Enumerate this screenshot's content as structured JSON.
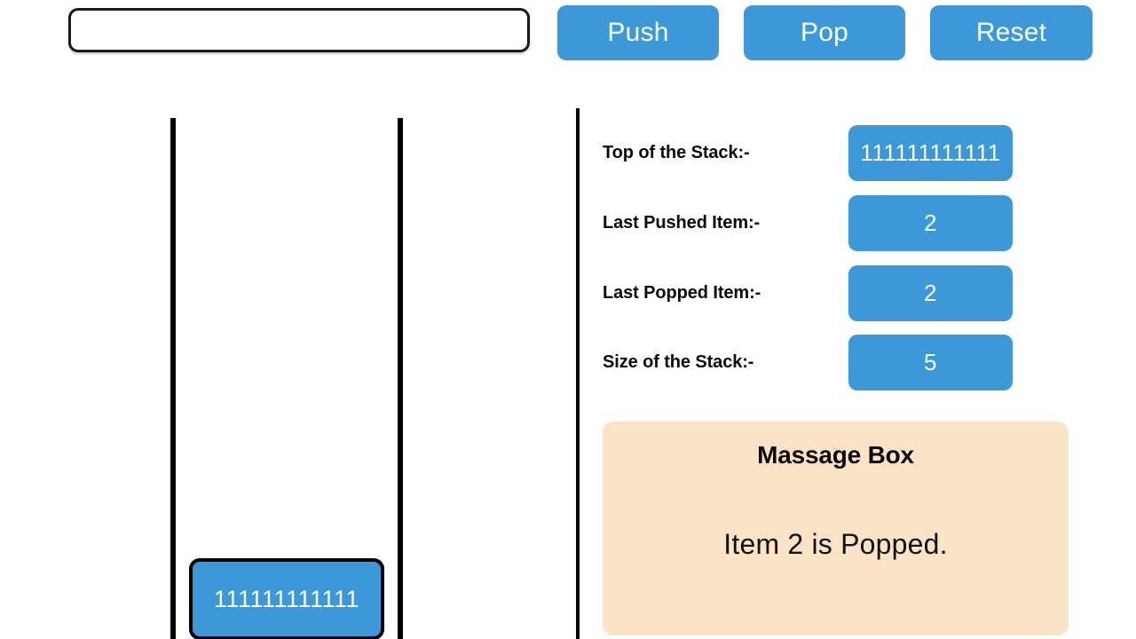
{
  "controls": {
    "input": {
      "value": "",
      "placeholder": ""
    },
    "push_label": "Push",
    "pop_label": "Pop",
    "reset_label": "Reset"
  },
  "stack": {
    "items": [
      "111111111111"
    ]
  },
  "info": {
    "rows": [
      {
        "label": "Top of the Stack:-",
        "value": "111111111111"
      },
      {
        "label": "Last Pushed Item:-",
        "value": "2"
      },
      {
        "label": "Last Popped Item:-",
        "value": "2"
      },
      {
        "label": "Size of the Stack:-",
        "value": "5"
      }
    ]
  },
  "message": {
    "title": "Massage Box",
    "text": "Item 2 is Popped."
  },
  "colors": {
    "accent_blue": "#3d98da",
    "message_bg": "#fbe4c6",
    "outline": "#000000",
    "text": "#0a0a0a"
  }
}
